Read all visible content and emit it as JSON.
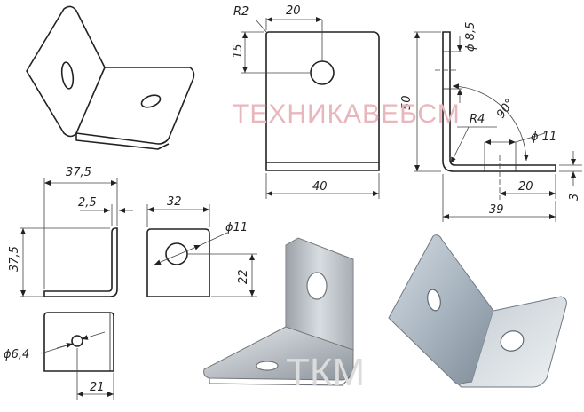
{
  "watermark": "ТЕХНИКАВЕБСМ",
  "watermark_logo": "ТКМ",
  "dimensions": {
    "top_view": {
      "radius": "R2",
      "hole_offset_x": "20",
      "hole_offset_y": "15",
      "height": "50",
      "width": "40"
    },
    "side_view": {
      "hole_diameter": "ϕ 8,5",
      "angle": "90°",
      "bend_radius": "R4",
      "slot_diameter": "ϕ 11",
      "hole_offset": "20",
      "thickness": "3",
      "length": "39"
    },
    "small_views": {
      "width_a": "37,5",
      "offset_a": "2,5",
      "height_a": "37,5",
      "width_b": "32",
      "hole_b": "ϕ11",
      "offset_b": "22",
      "hole_c": "ϕ6,4",
      "offset_c": "21"
    }
  }
}
